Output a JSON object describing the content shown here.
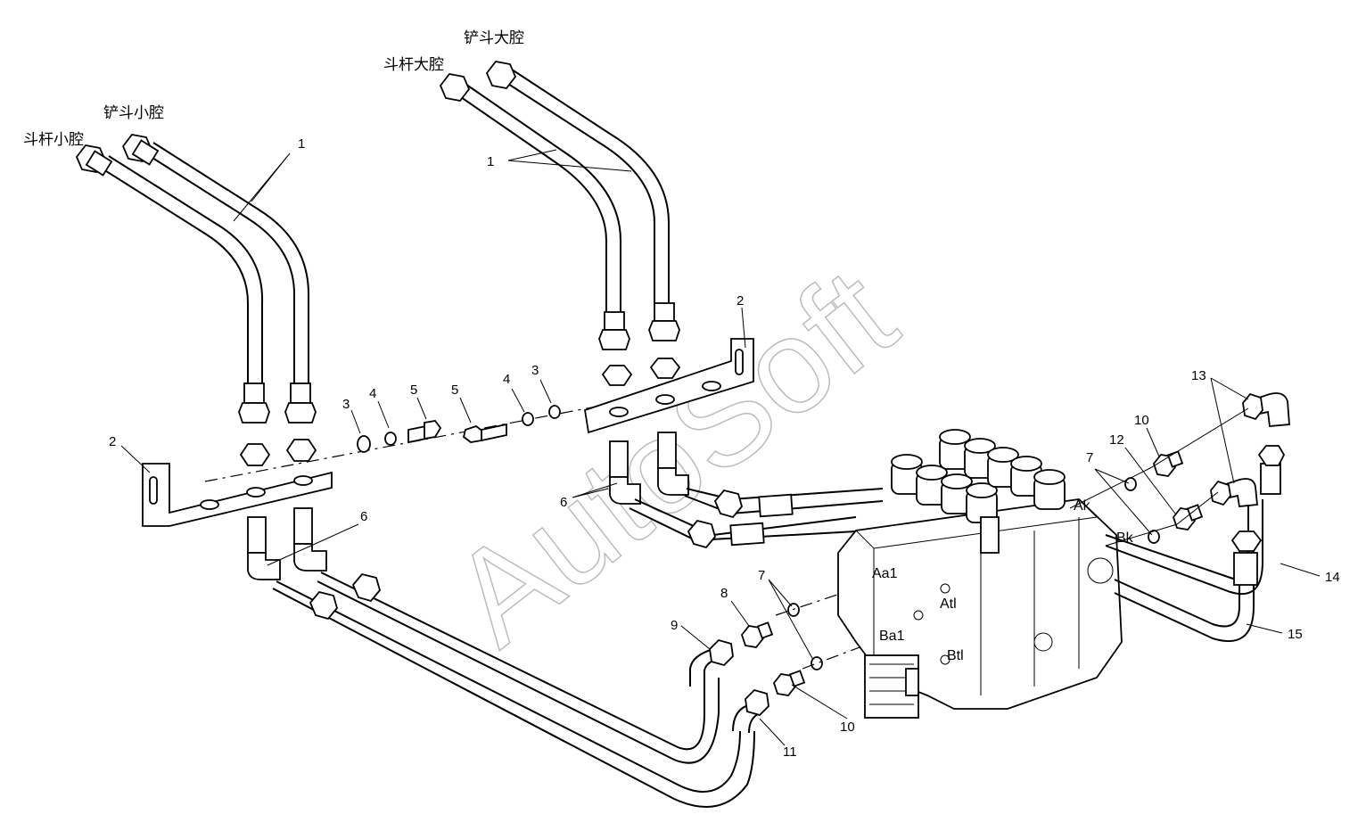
{
  "diagram": {
    "cjk_labels": {
      "dougan_small": "斗杆小腔",
      "chandou_small": "铲斗小腔",
      "dougan_large": "斗杆大腔",
      "chandou_large": "铲斗大腔"
    },
    "part_numbers": {
      "p1a": "1",
      "p1b": "1",
      "p2a": "2",
      "p2b": "2",
      "p3a": "3",
      "p3b": "3",
      "p4a": "4",
      "p4b": "4",
      "p5a": "5",
      "p5b": "5",
      "p6a": "6",
      "p6b": "6",
      "p7a": "7",
      "p7b": "7",
      "p8": "8",
      "p9": "9",
      "p10a": "10",
      "p10b": "10",
      "p11": "11",
      "p12": "12",
      "p13": "13",
      "p14": "14",
      "p15": "15"
    },
    "ports": {
      "ak": "Ak",
      "bk": "Bk",
      "aa1": "Aa1",
      "atl": "Atl",
      "ba1": "Ba1",
      "btl": "Btl"
    },
    "watermark": "AutoSoft"
  }
}
